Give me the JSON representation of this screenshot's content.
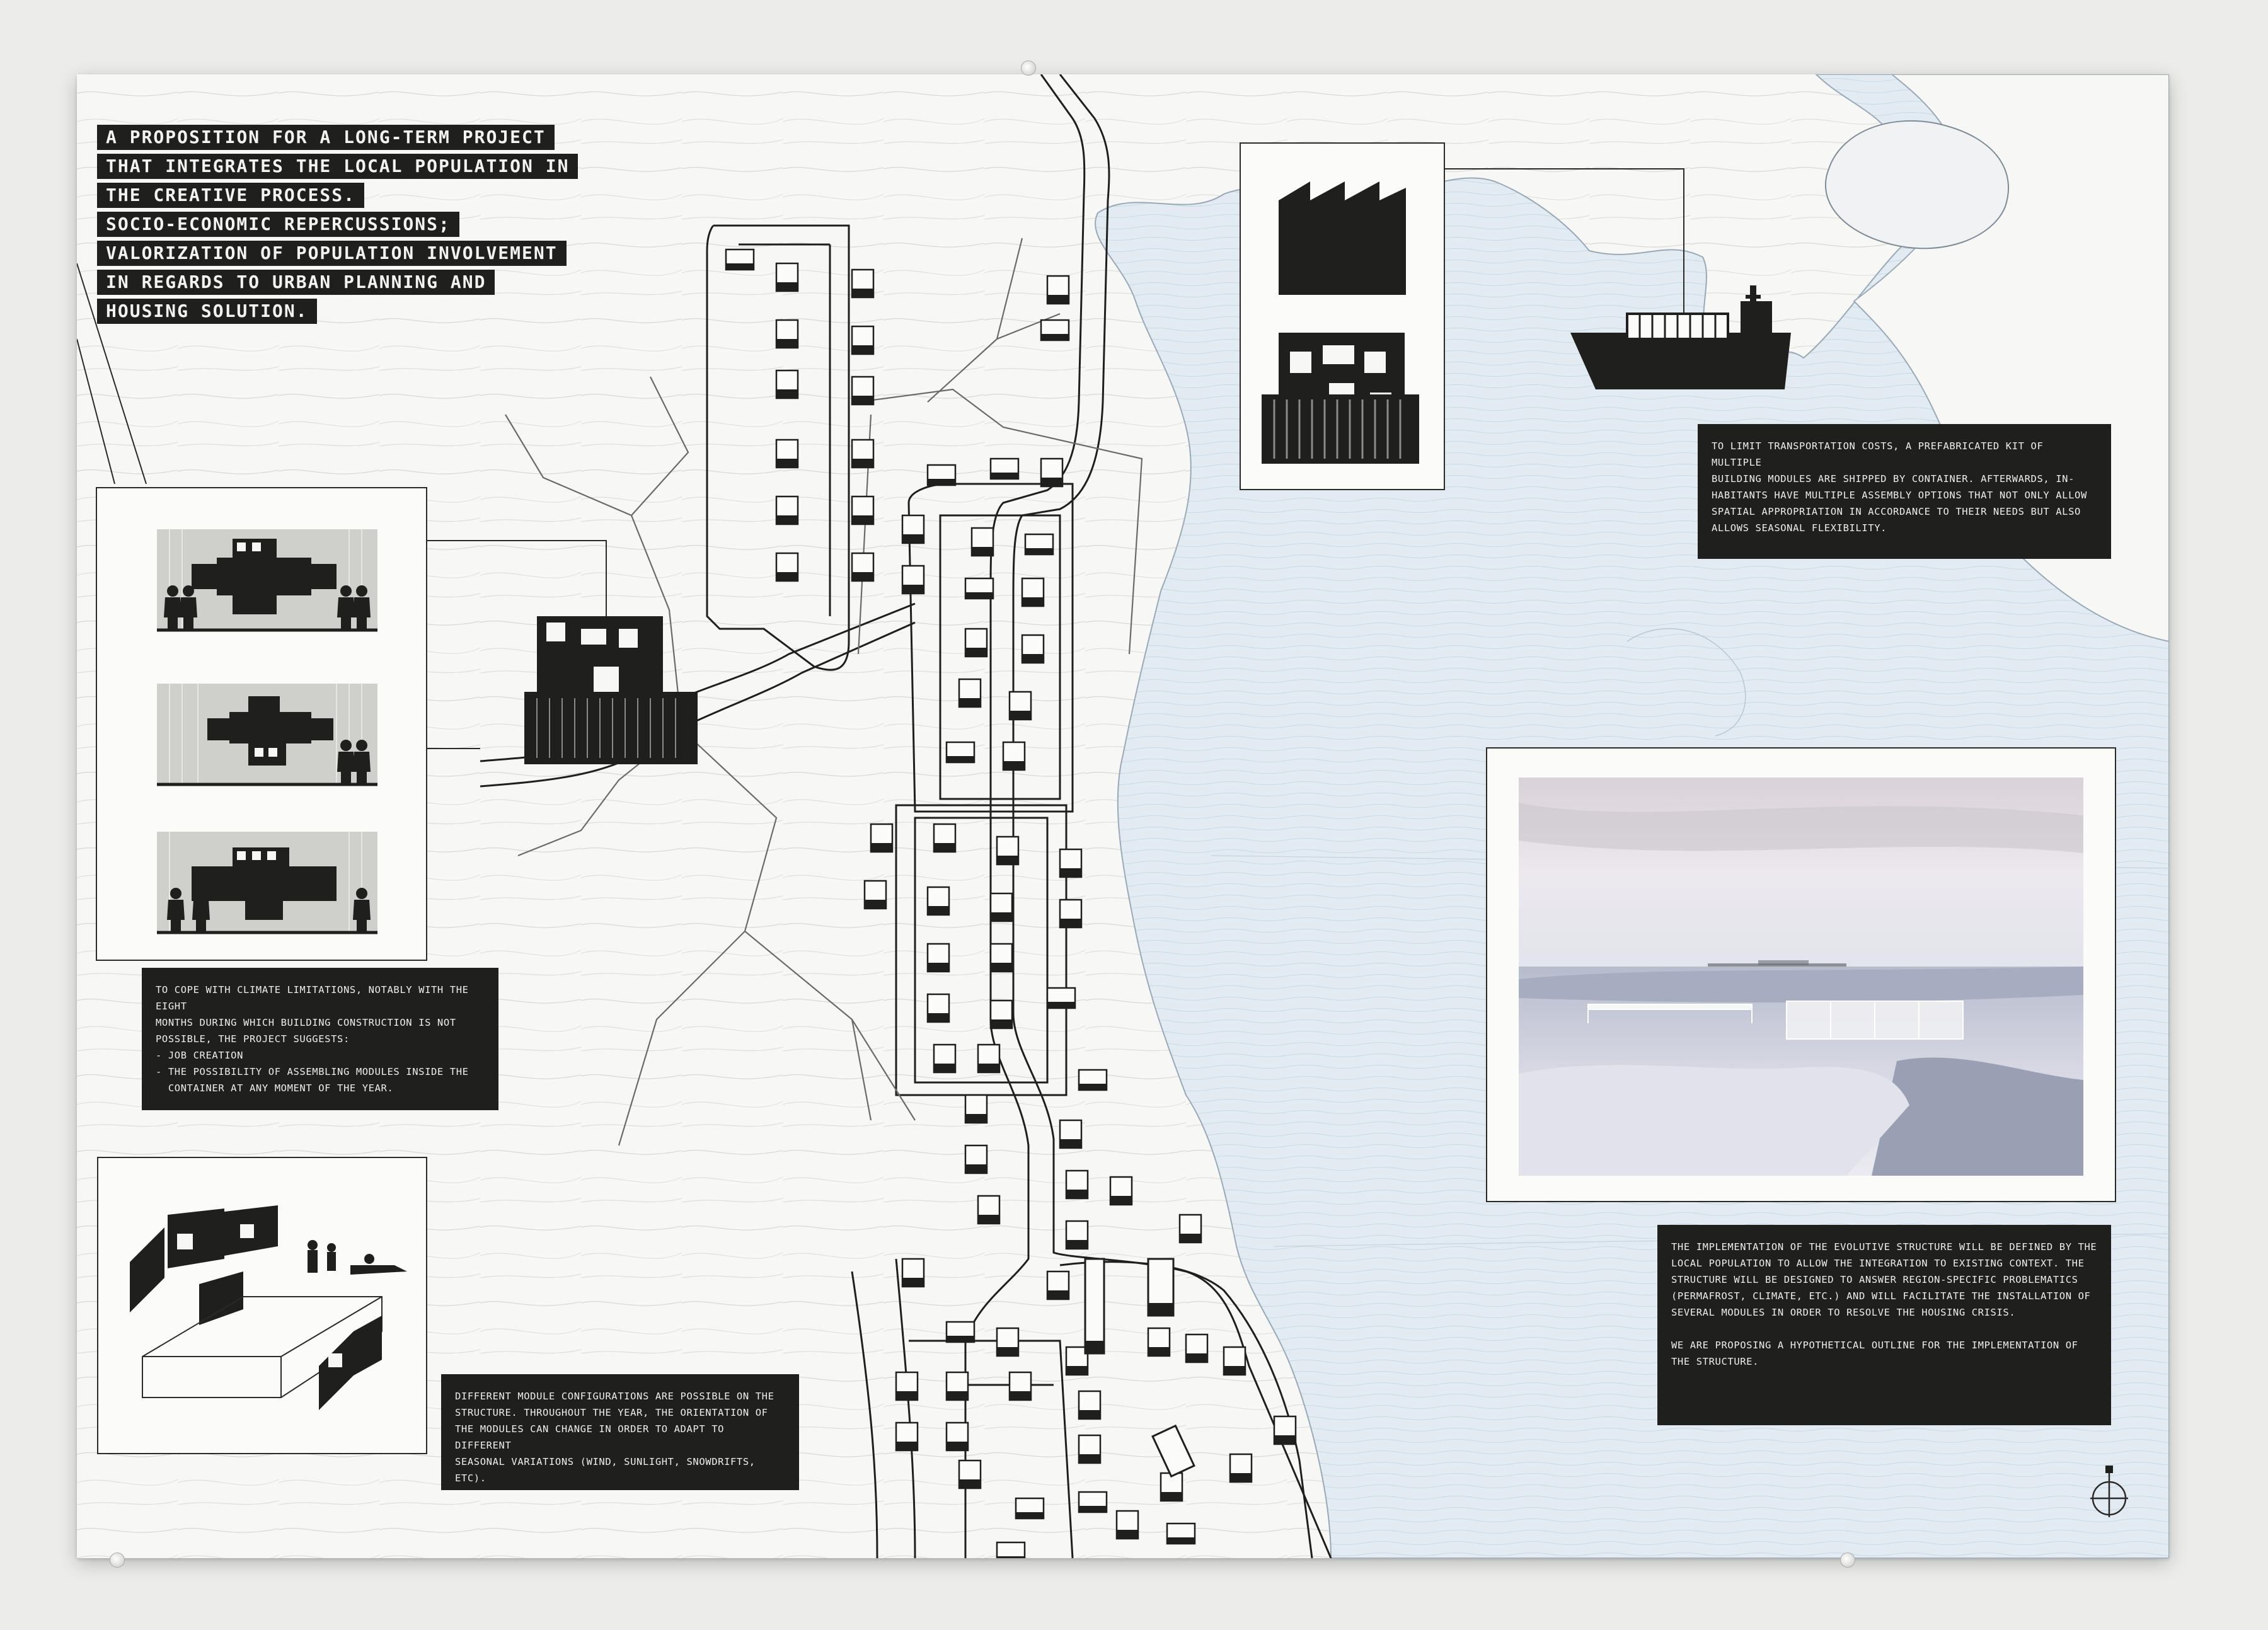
{
  "title_lines": [
    "A PROPOSITION FOR A LONG-TERM PROJECT",
    "THAT INTEGRATES THE LOCAL POPULATION IN",
    "THE CREATIVE PROCESS.",
    "SOCIO-ECONOMIC REPERCUSSIONS;",
    "VALORIZATION OF POPULATION INVOLVEMENT",
    "IN REGARDS TO URBAN PLANNING AND",
    "HOUSING SOLUTION."
  ],
  "captions": {
    "transport": [
      "TO LIMIT TRANSPORTATION COSTS, A PREFABRICATED KIT OF MULTIPLE",
      "BUILDING MODULES ARE SHIPPED BY CONTAINER.  AFTERWARDS, IN-",
      "HABITANTS HAVE MULTIPLE ASSEMBLY OPTIONS THAT NOT ONLY ALLOW",
      "SPATIAL APPROPRIATION IN ACCORDANCE TO THEIR NEEDS BUT ALSO",
      "ALLOWS SEASONAL FLEXIBILITY."
    ],
    "climate": [
      "TO COPE WITH CLIMATE LIMITATIONS, NOTABLY WITH THE EIGHT",
      "MONTHS DURING WHICH BUILDING CONSTRUCTION IS NOT",
      "POSSIBLE, THE PROJECT SUGGESTS:",
      "- JOB CREATION",
      "- THE POSSIBILITY OF ASSEMBLING MODULES INSIDE THE",
      "  CONTAINER AT ANY MOMENT OF THE YEAR."
    ],
    "configurations": [
      "DIFFERENT MODULE CONFIGURATIONS ARE POSSIBLE ON THE",
      "STRUCTURE.  THROUGHOUT THE YEAR, THE ORIENTATION OF",
      "THE MODULES CAN CHANGE IN ORDER TO ADAPT TO DIFFERENT",
      "SEASONAL VARIATIONS (WIND, SUNLIGHT, SNOWDRIFTS, ETC)."
    ],
    "implementation": [
      "THE IMPLEMENTATION OF THE EVOLUTIVE STRUCTURE WILL BE DEFINED BY THE",
      "LOCAL POPULATION TO ALLOW THE INTEGRATION TO EXISTING CONTEXT.  THE",
      "STRUCTURE WILL BE DESIGNED TO ANSWER REGION-SPECIFIC PROBLEMATICS",
      "(PERMAFROST, CLIMATE, ETC.) AND WILL FACILITATE THE INSTALLATION OF",
      "SEVERAL MODULES IN ORDER TO RESOLVE THE HOUSING CRISIS."
    ],
    "implementation_2": [
      "WE ARE PROPOSING A HYPOTHETICAL OUTLINE FOR THE IMPLEMENTATION OF",
      "THE STRUCTURE."
    ]
  },
  "icons": {
    "factory": "factory-icon",
    "ship": "container-ship-icon",
    "container": "shipping-container-icon",
    "north_arrow": "north-arrow-icon"
  },
  "colors": {
    "ink": "#1f1f1d",
    "board": "#f7f7f5",
    "water": "#dfe9f1"
  }
}
